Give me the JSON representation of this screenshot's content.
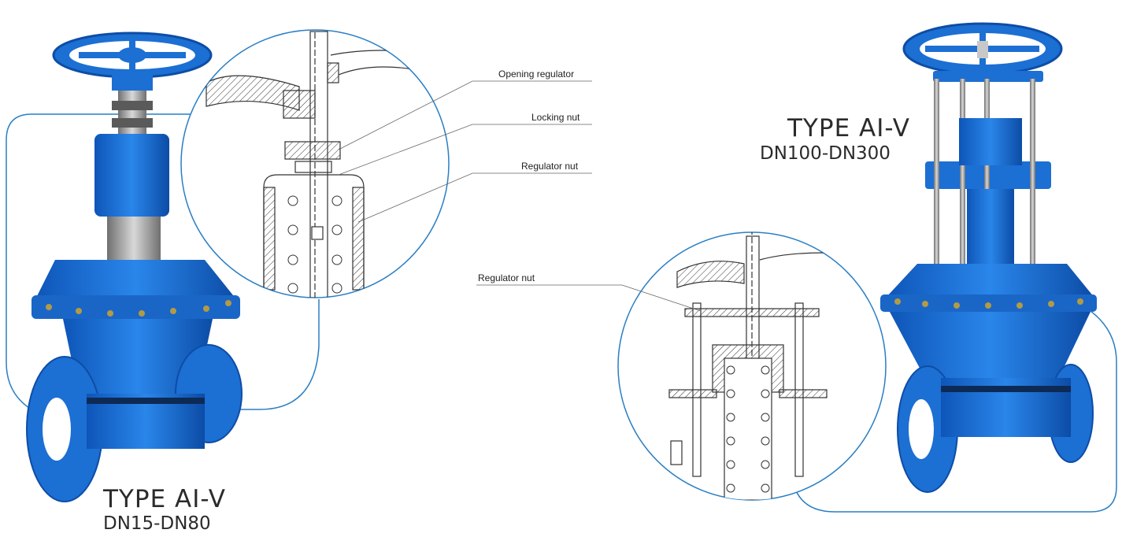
{
  "left_product": {
    "title": "TYPE AI-V",
    "size_range": "DN15-DN80",
    "callouts": [
      "Opening regulator",
      "Locking nut",
      "Regulator nut"
    ]
  },
  "right_product": {
    "title": "TYPE AI-V",
    "size_range": "DN100-DN300",
    "callouts": [
      "Regulator nut"
    ]
  },
  "colors": {
    "valve_blue": "#1c6fd3",
    "valve_blue_dark": "#0d4da6",
    "outline_blue": "#2a7fc4",
    "drawing_line": "#333333",
    "metal": "#9a9a9a"
  }
}
